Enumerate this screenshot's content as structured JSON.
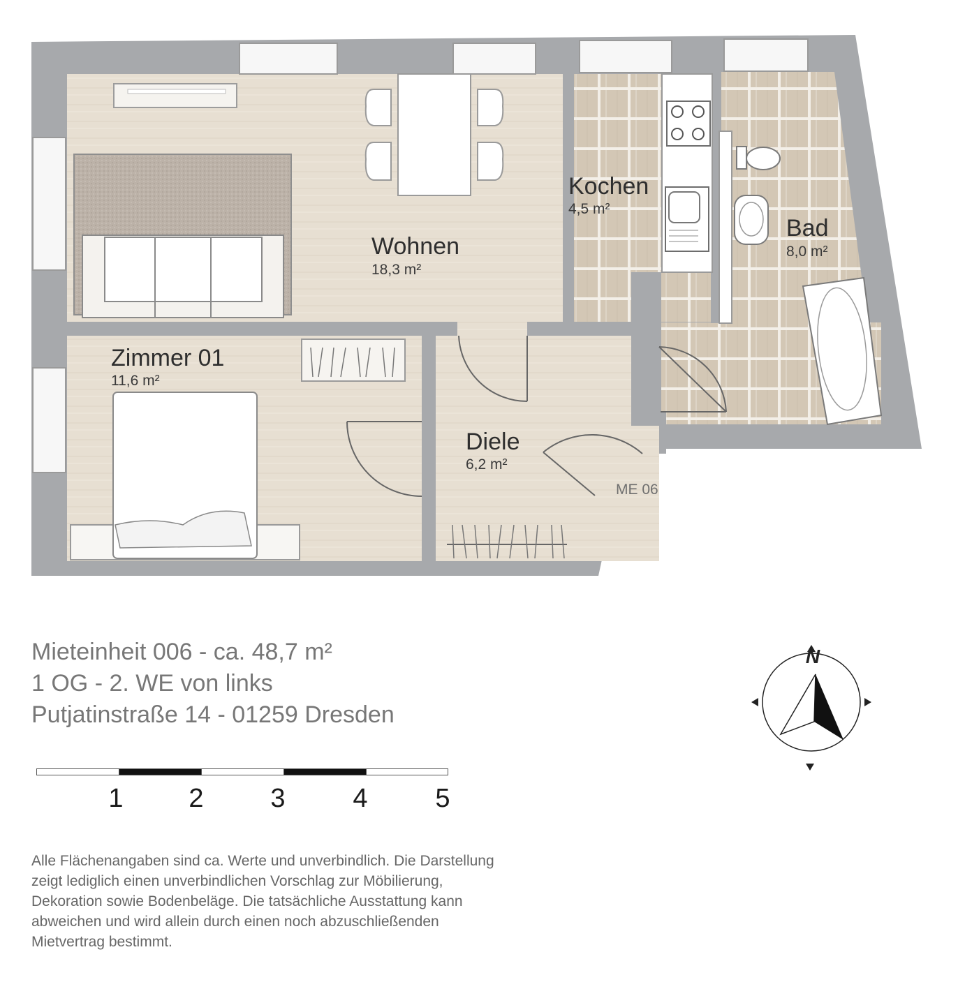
{
  "rooms": {
    "wohnen": {
      "name": "Wohnen",
      "area": "18,3 m²"
    },
    "kochen": {
      "name": "Kochen",
      "area": "4,5 m²"
    },
    "bad": {
      "name": "Bad",
      "area": "8,0 m²"
    },
    "zimmer": {
      "name": "Zimmer 01",
      "area": "11,6 m²"
    },
    "diele": {
      "name": "Diele",
      "area": "6,2 m²"
    }
  },
  "unit_tag": "ME 06",
  "info": {
    "line1": "Mieteinheit 006 -  ca. 48,7 m²",
    "line2": "1 OG - 2. WE von links",
    "line3": "Putjatinstraße 14 - 01259 Dresden"
  },
  "scale": {
    "labels": [
      "1",
      "2",
      "3",
      "4",
      "5"
    ],
    "segments": [
      "white",
      "black",
      "white",
      "black",
      "white"
    ]
  },
  "compass": {
    "north_label": "N"
  },
  "disclaimer": [
    "Alle Flächenangaben sind ca. Werte und unverbindlich. Die Darstellung",
    "zeigt lediglich einen unverbindlichen Vorschlag zur Möbilierung,",
    "Dekoration sowie Bodenbeläge. Die tatsächliche  Ausstattung kann",
    "abweichen und wird allein durch einen noch abzuschließenden",
    "Mietvertrag bestimmt."
  ],
  "colors": {
    "wall": "#a7a9ac",
    "wood_floor": "#e6ddd0",
    "tile_floor": "#d8cdbc",
    "rug": "#bdb4ab",
    "accent_text": "#777777"
  }
}
